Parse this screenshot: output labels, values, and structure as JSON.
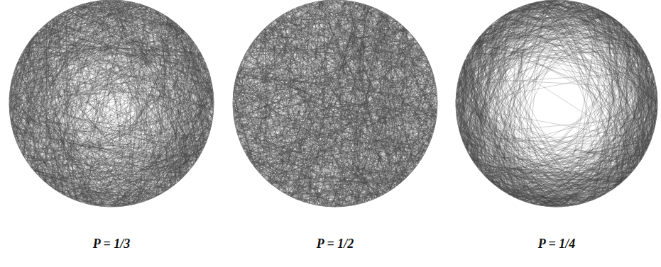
{
  "diagram": {
    "labels": [
      "P = 1/3",
      "P = 1/2",
      "P = 1/4"
    ]
  }
}
